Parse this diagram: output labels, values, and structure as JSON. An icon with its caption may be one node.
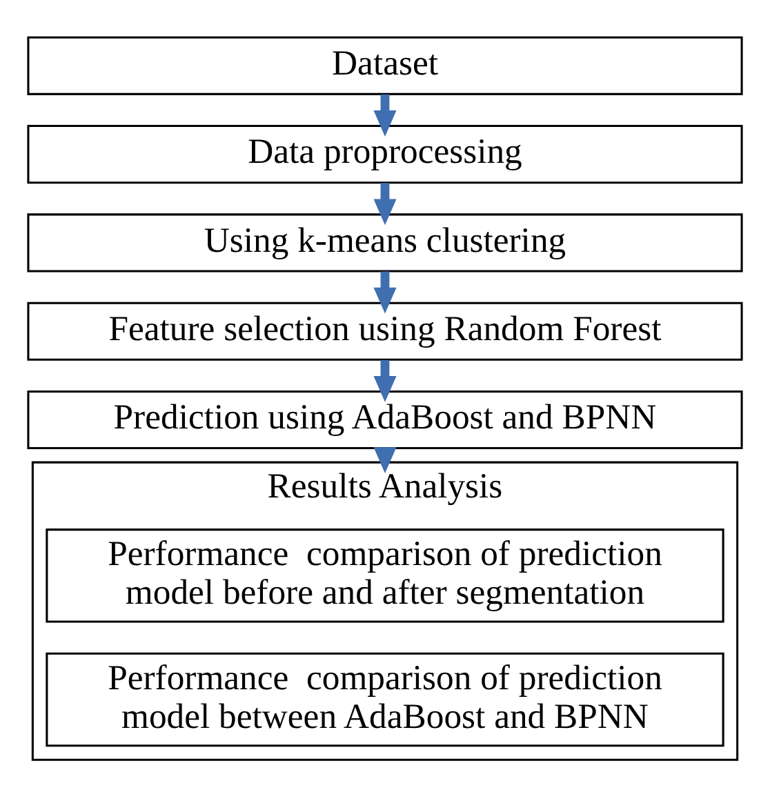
{
  "diagram": {
    "nodes": [
      {
        "text": [
          "Dataset"
        ]
      },
      {
        "text": [
          "Data proprocessing"
        ]
      },
      {
        "text": [
          "Using k-means clustering"
        ]
      },
      {
        "text": [
          "Feature selection using Random Forest"
        ]
      },
      {
        "text": [
          "Prediction using AdaBoost and BPNN"
        ]
      },
      {
        "text": [
          "Results Analysis"
        ]
      },
      {
        "text": [
          "Performance  comparison of prediction model before and after segmentation"
        ],
        "in": 5
      },
      {
        "text": [
          "Performance  comparison of prediction model between AdaBoost and BPNN"
        ],
        "in": 5
      }
    ],
    "edges": [
      {
        "from": 0,
        "to": 1,
        "arrow": "to"
      },
      {
        "from": 1,
        "to": 2,
        "arrow": "to"
      },
      {
        "from": 2,
        "to": 3,
        "arrow": "to"
      },
      {
        "from": 3,
        "to": 4,
        "arrow": "to"
      },
      {
        "from": 4,
        "to": 5,
        "arrow": "to"
      }
    ]
  }
}
